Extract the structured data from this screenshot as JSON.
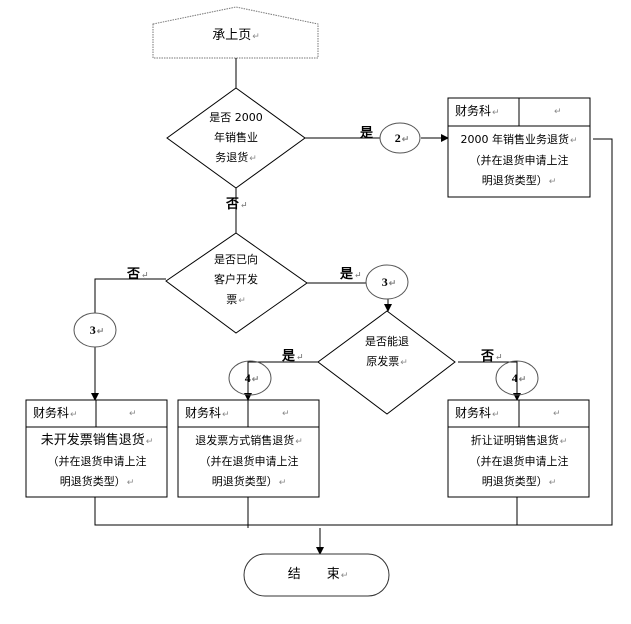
{
  "start": {
    "label": "承上页"
  },
  "decisions": [
    {
      "id": "d1",
      "lines": [
        "是否 2000",
        "年销售业",
        "务退货"
      ]
    },
    {
      "id": "d2",
      "lines": [
        "是否已向",
        "客户开发",
        "票"
      ]
    },
    {
      "id": "d3",
      "lines": [
        "是否能退",
        "原发票"
      ]
    }
  ],
  "branch_labels": {
    "d1_yes": "是",
    "d1_no": "否",
    "d2_no": "否",
    "d2_yes": "是",
    "d3_yes": "是",
    "d3_no": "否"
  },
  "connectors": [
    {
      "id": "c1",
      "label": "2"
    },
    {
      "id": "c2",
      "label": "3"
    },
    {
      "id": "c3",
      "label": "3"
    },
    {
      "id": "c4",
      "label": "4"
    },
    {
      "id": "c5",
      "label": "4"
    }
  ],
  "process_boxes": [
    {
      "id": "b1",
      "dept": "财务科",
      "title": "2000 年销售业务退货",
      "note_lines": [
        "（并在退货申请上注",
        "明退货类型）"
      ]
    },
    {
      "id": "b2",
      "dept": "财务科",
      "title": "未开发票销售退货",
      "note_lines": [
        "（并在退货申请上注",
        "明退货类型）"
      ]
    },
    {
      "id": "b3",
      "dept": "财务科",
      "title": "退发票方式销售退货",
      "note_lines": [
        "（并在退货申请上注",
        "明退货类型）"
      ]
    },
    {
      "id": "b4",
      "dept": "财务科",
      "title": "折让证明销售退货",
      "note_lines": [
        "（并在退货申请上注",
        "明退货类型）"
      ]
    }
  ],
  "end": {
    "label": "结　　束"
  },
  "pilcrow": "↵"
}
